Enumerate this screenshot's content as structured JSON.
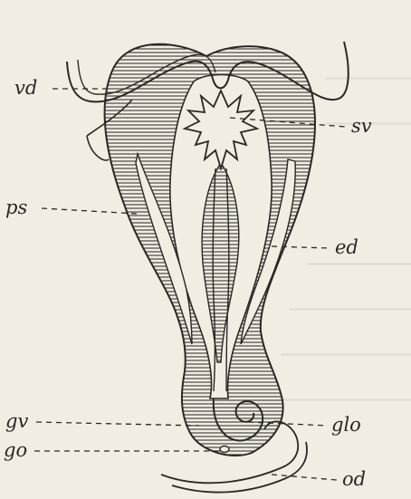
{
  "figure": {
    "labels": {
      "vd": "vd",
      "sv": "sv",
      "ps": "ps",
      "ed": "ed",
      "gv": "gv",
      "glo": "glo",
      "go": "go",
      "od": "od"
    }
  },
  "colors": {
    "ink": "#2a2824",
    "paper": "#f1ede3",
    "hatch": "#3a3732"
  }
}
